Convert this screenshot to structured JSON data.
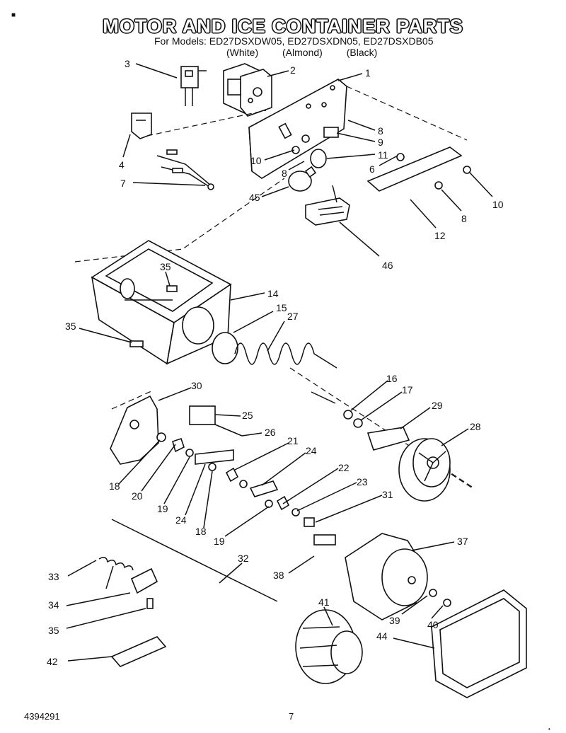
{
  "header": {
    "title": "MOTOR AND ICE CONTAINER PARTS",
    "models_line": "For Models: ED27DSXDW05, ED27DSXDN05, ED27DSXDB05",
    "colors": [
      "(White)",
      "(Almond)",
      "(Black)"
    ],
    "corner_mark": "■"
  },
  "footer": {
    "doc_number": "4394291",
    "page": "7",
    "corner": "•"
  },
  "callouts": [
    "3",
    "2",
    "1",
    "8",
    "9",
    "11",
    "10",
    "8",
    "6",
    "10",
    "45",
    "8",
    "7",
    "4",
    "12",
    "46",
    "35",
    "14",
    "15",
    "27",
    "35",
    "30",
    "25",
    "26",
    "16",
    "17",
    "29",
    "28",
    "21",
    "24",
    "22",
    "23",
    "31",
    "18",
    "20",
    "19",
    "24",
    "18",
    "19",
    "37",
    "32",
    "33",
    "38",
    "34",
    "35",
    "39",
    "40",
    "41",
    "42",
    "44"
  ],
  "icon_names": [
    "motor-diagram",
    "ice-container-icon",
    "auger-spring-icon",
    "fan-blade-icon",
    "motor-housing-icon",
    "lamp-bulb-icon",
    "cover-icon",
    "gear-motor-icon"
  ]
}
